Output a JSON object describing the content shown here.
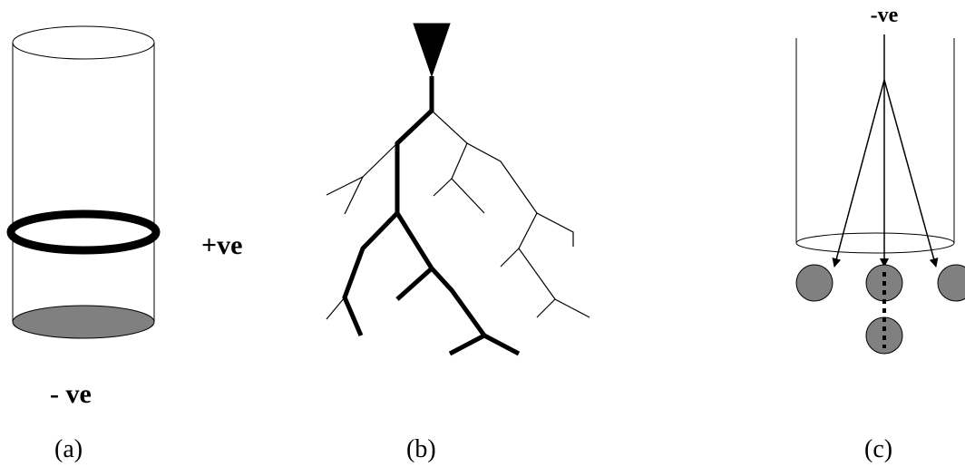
{
  "labels": {
    "positive": "+ve",
    "negative_a": "- ve",
    "negative_c": "-ve"
  },
  "captions": {
    "a": "(a)",
    "b": "(b)",
    "c": "(c)"
  },
  "colors": {
    "stroke": "#000000",
    "fill_gray": "#808080",
    "background": "#ffffff"
  }
}
